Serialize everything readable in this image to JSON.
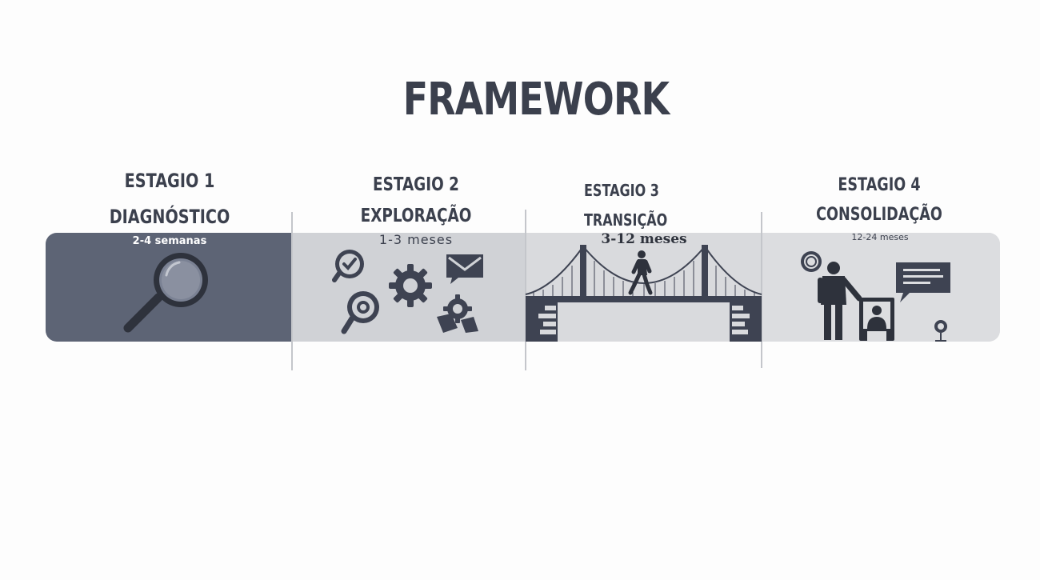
{
  "title": "FRAMEWORK",
  "stages": [
    {
      "label": "ESTAGIO 1",
      "name": "DIAGNÓSTICO",
      "duration": "2-4 semanas"
    },
    {
      "label": "ESTAGIO 2",
      "name": "EXPLORAÇÃO",
      "duration": "1-3 meses"
    },
    {
      "label": "ESTAGIO 3",
      "name": "TRANSIÇÃO",
      "duration": "3-12 meses"
    },
    {
      "label": "ESTAGIO 4",
      "name": "CONSOLIDAÇÃO",
      "duration": "12-24 meses"
    }
  ],
  "icons": {
    "stage1": [
      "magnifying-glass-icon"
    ],
    "stage2": [
      "search-check-icon",
      "gear-icon",
      "envelope-icon",
      "search-magnify-icon",
      "gear-tools-icon"
    ],
    "stage3": [
      "bridge-icon",
      "walking-person-icon"
    ],
    "stage4": [
      "search-bubble-icon",
      "standing-person-icon",
      "desk-person-icon",
      "chat-bubble-icon",
      "flag-pin-icon"
    ]
  },
  "colors": {
    "text": "#3b404d",
    "stage1_fill": "#5d6475",
    "stage2_fill": "#d0d2d6",
    "stage3_fill": "#d9dadd",
    "stage4_fill": "#dcdde0",
    "icon_dark": "#3e4352"
  }
}
